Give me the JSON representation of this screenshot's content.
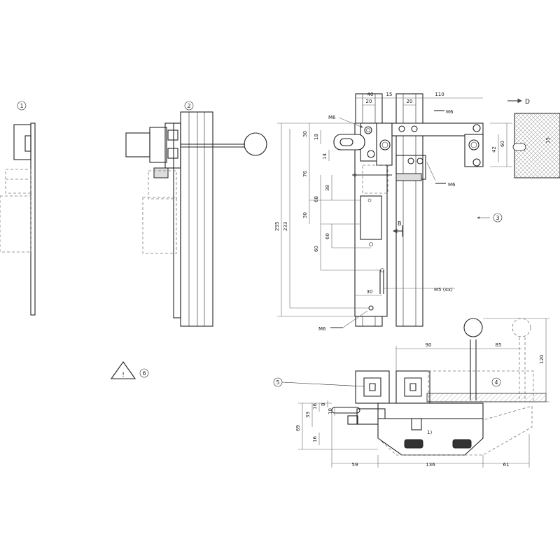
{
  "views": {
    "v1": "1",
    "v2": "2",
    "v3": "3",
    "v4": "4",
    "v5": "5",
    "v6": "6"
  },
  "warning_symbol": "!",
  "section_labels": {
    "b": "B",
    "d": "D"
  },
  "screw_labels": {
    "m6_top": "M6",
    "m6_right": "M6",
    "m6_mid": "M6",
    "m6_bottom": "M6",
    "m5": "M5 (4x)"
  },
  "dims_front": {
    "top_40": "40",
    "top_15": "15",
    "top_20a": "20",
    "top_20b": "20",
    "top_110": "110",
    "v_30a": "30",
    "v_18": "18",
    "v_14": "14",
    "v_76": "76",
    "v_38": "38",
    "v_68": "68",
    "v_30b": "30",
    "v_60a": "60",
    "v_60b": "60",
    "v_255": "255",
    "v_233": "233",
    "h_30": "30",
    "r_42": "42",
    "r_60": "60",
    "d_15": "15"
  },
  "dims_bottom": {
    "h_90": "90",
    "h_85": "85",
    "v_120": "120",
    "v_69": "69",
    "v_33": "33",
    "v_16a": "16",
    "v_16b": "16",
    "v_8": "8",
    "v_10": "10",
    "b_59": "59",
    "b_136": "136",
    "b_61": "61",
    "note_1": "1)"
  }
}
